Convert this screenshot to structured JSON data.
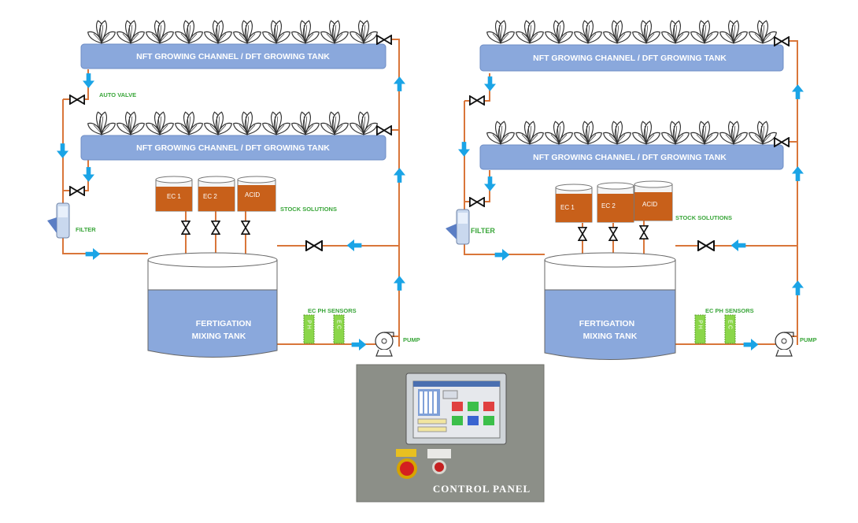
{
  "colors": {
    "pipe": "#d9763a",
    "arrow": "#1aa4e6",
    "channel": "#8aa8dc",
    "tank": "#8aa8dc",
    "stock": "#c8601a",
    "sensor": "#8bd64a",
    "label_green": "#3aa63a",
    "panel_bg": "#8c8f88"
  },
  "left_system": {
    "channel_top": "NFT GROWING CHANNEL / DFT GROWING TANK",
    "channel_bottom": "NFT GROWING CHANNEL / DFT GROWING TANK",
    "auto_valve": "AUTO  VALVE",
    "filter": "FILTER",
    "stock_solutions": "STOCK SOLUTIONS",
    "stock_tanks": [
      "EC  1",
      "EC 2",
      "ACID"
    ],
    "tank_line1": "FERTIGATION",
    "tank_line2": "MIXING TANK",
    "sensors_label": "EC PH SENSORS",
    "sensor_ph": "P H",
    "sensor_ec": "E C",
    "pump": "PUMP"
  },
  "right_system": {
    "channel_top": "NFT GROWING CHANNEL / DFT GROWING TANK",
    "channel_bottom": "NFT GROWING CHANNEL / DFT GROWING TANK",
    "filter": "FILTER",
    "stock_solutions": "STOCK SOLUTIONS",
    "stock_tanks": [
      "EC  1",
      "EC 2",
      "ACID"
    ],
    "tank_line1": "FERTIGATION",
    "tank_line2": "MIXING TANK",
    "sensors_label": "EC PH SENSORS",
    "sensor_ph": "P H",
    "sensor_ec": "E C",
    "pump": "PUMP"
  },
  "control_panel": {
    "label": "CONTROL PANEL",
    "icons": [
      "touch-screen-hmi-icon",
      "emergency-stop-button-icon",
      "emergency-stop-reset-button-icon"
    ]
  }
}
